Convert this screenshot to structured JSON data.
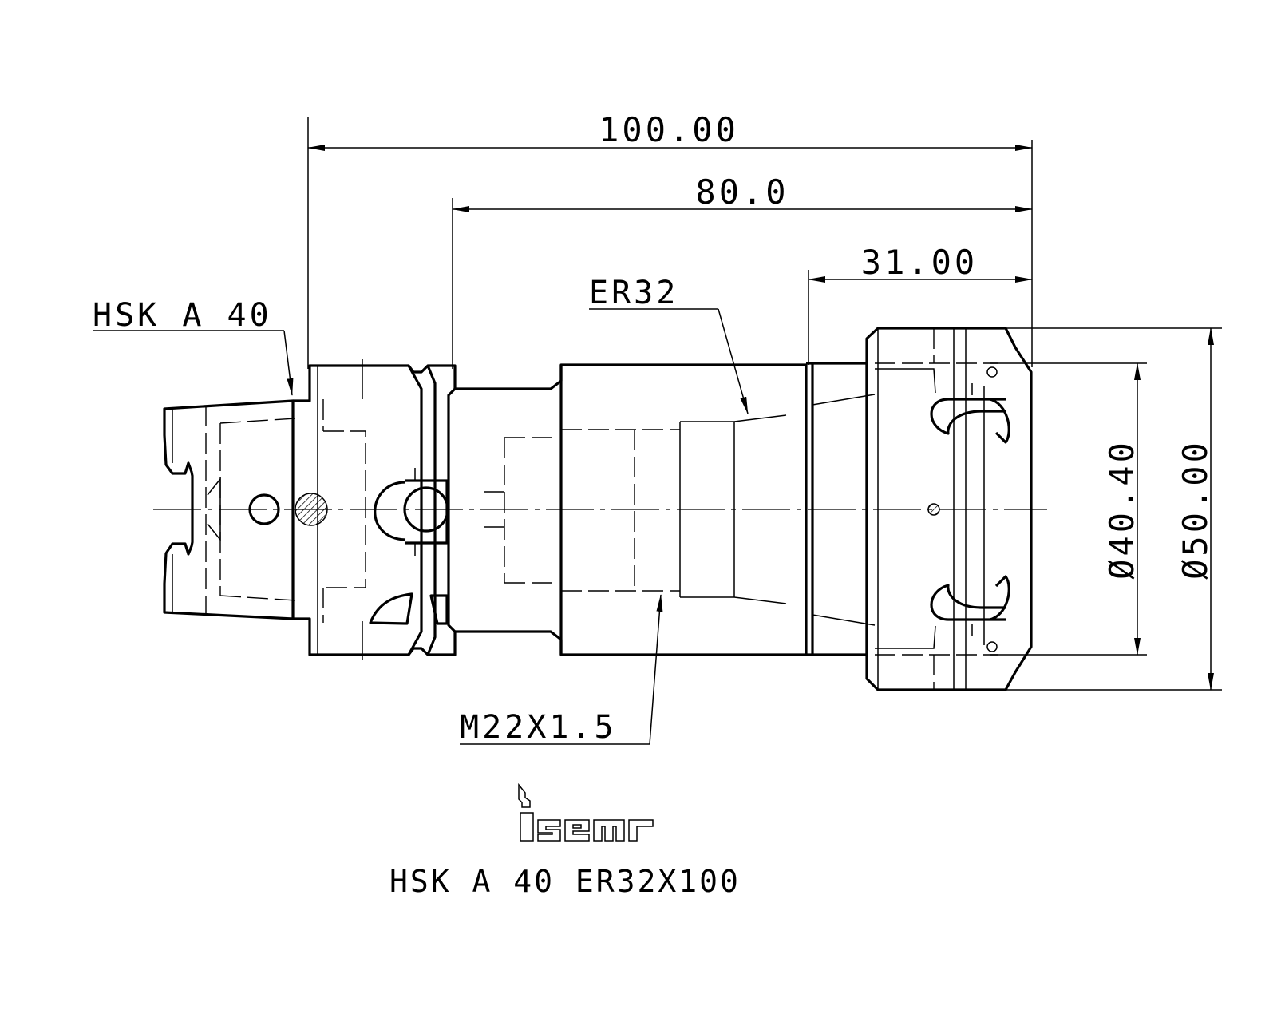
{
  "drawing": {
    "title": "HSK A 40 ER32X100",
    "brand_logo": "iscar",
    "labels": {
      "shank": "HSK A 40",
      "collet": "ER32",
      "thread": "M22X1.5"
    },
    "dimensions": {
      "overall_length": "100.00",
      "gauge_length": "80.0",
      "nut_length": "31.00",
      "nut_diameter_inner": "Ø40.40",
      "nut_diameter_outer": "Ø50.00"
    }
  }
}
